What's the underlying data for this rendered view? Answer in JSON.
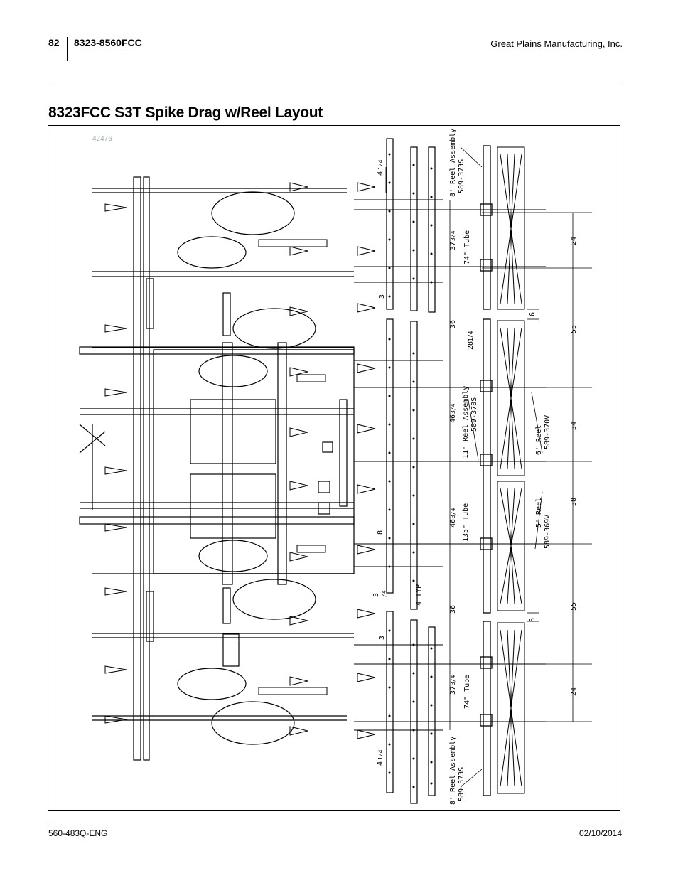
{
  "header": {
    "page_number": "82",
    "model": "8323-8560FCC",
    "company": "Great Plains Manufacturing, Inc."
  },
  "title": "8323FCC S3T Spike Drag w/Reel Layout",
  "figure": {
    "id": "42476",
    "labels": {
      "reel_top": "8' Reel Assembly",
      "reel_top_pn": "589-373S",
      "reel_bottom": "8' Reel Assembly",
      "reel_bottom_pn": "589-373S",
      "reel_mid": "11' Reel Assembly",
      "reel_mid_pn": "589-378S",
      "reel6": "6' Reel",
      "reel6_pn": "589-370V",
      "reel5": "5' Reel",
      "reel5_pn": "589-369V",
      "tube74_top": "74\" Tube",
      "tube74_bottom": "74\" Tube",
      "tube135": "135\" Tube",
      "typ": "4 TYP"
    },
    "dims": {
      "d_4_top": "4",
      "d_frac_top": "1/4",
      "d_37_top": "37",
      "d_37_top_frac": "3/4",
      "d_3_top": "3",
      "d_36_top": "36",
      "d_28": "28",
      "d_28_frac": "1/4",
      "d_46_top": "46",
      "d_46_top_frac": "3/4",
      "d_8": "8",
      "d_46_bot": "46",
      "d_46_bot_frac": "3/4",
      "d_3_mid": "3",
      "d_3_mid_frac": "/4",
      "d_36_bot": "36",
      "d_3_bot": "3",
      "d_37_bot": "37",
      "d_37_bot_frac": "3/4",
      "d_4_bot": "4",
      "d_frac_bot": "1/4",
      "r_24_top": "24",
      "r_6_top": "6",
      "r_55_top": "55",
      "r_34": "34",
      "r_38": "38",
      "r_55_bot": "55",
      "r_6_bot": "6",
      "r_24_bot": "24"
    }
  },
  "footer": {
    "doc_number": "560-483Q-ENG",
    "date": "02/10/2014"
  }
}
